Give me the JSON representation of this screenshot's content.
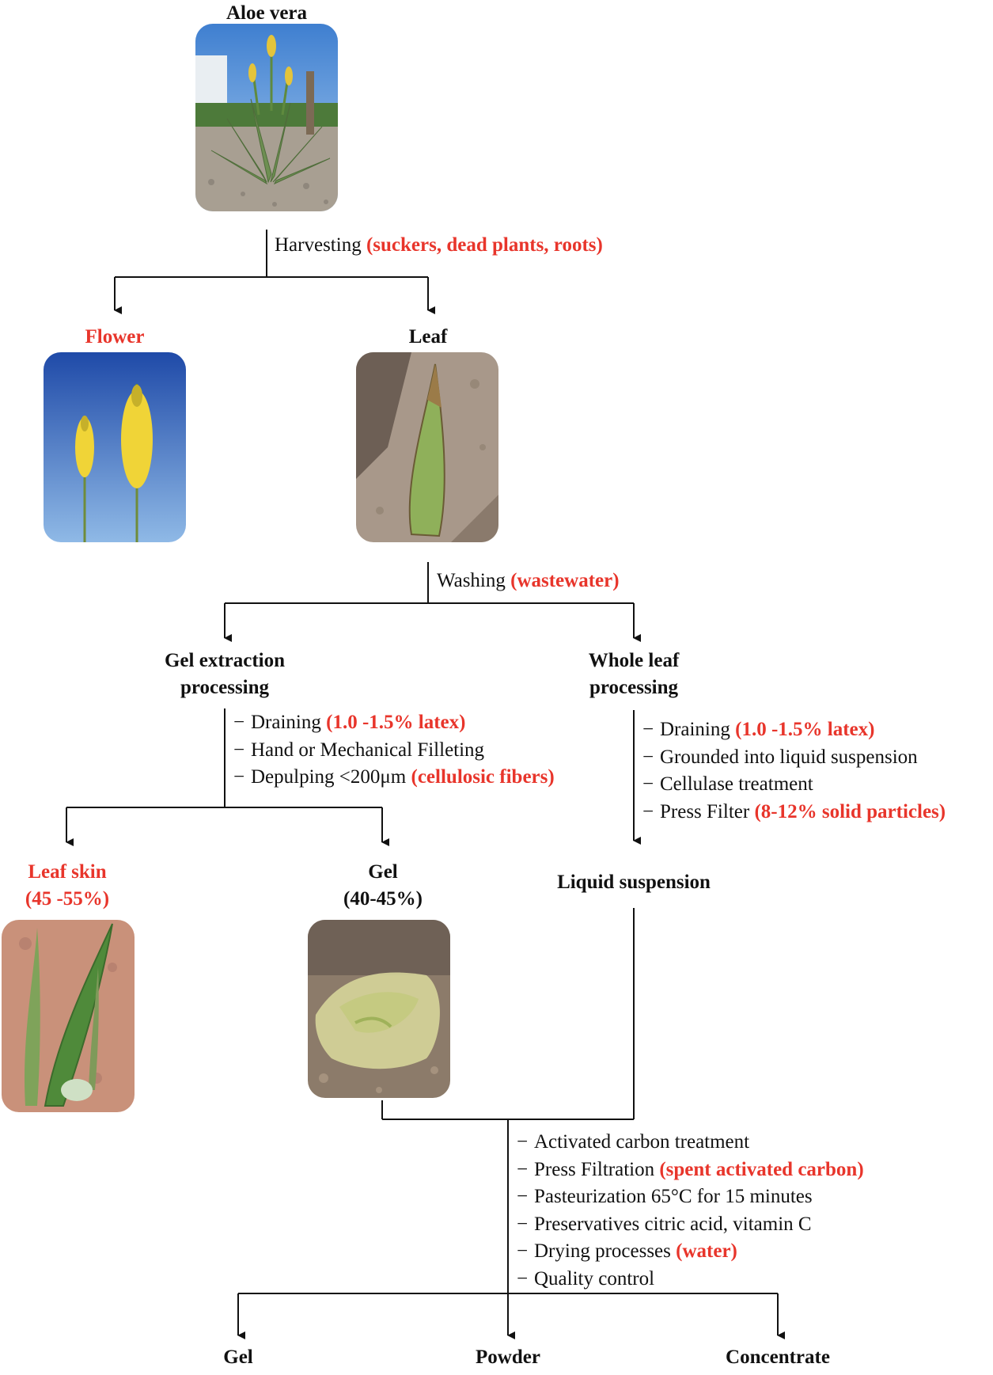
{
  "nodes": {
    "aloe_vera": "Aloe vera",
    "flower": "Flower",
    "leaf": "Leaf",
    "gel_extraction": [
      "Gel extraction",
      "processing"
    ],
    "whole_leaf": [
      "Whole leaf",
      "processing"
    ],
    "leaf_skin": [
      "Leaf skin",
      "(45 -55%)"
    ],
    "gel": [
      "Gel",
      "(40-45%)"
    ],
    "liquid_suspension": "Liquid suspension",
    "final": {
      "gel": "Gel",
      "powder": "Powder",
      "concentrate": "Concentrate"
    }
  },
  "edges": {
    "harvesting": {
      "label": "Harvesting",
      "byproduct": "(suckers, dead plants, roots)"
    },
    "washing": {
      "label": "Washing",
      "byproduct": "(wastewater)"
    }
  },
  "gel_steps": [
    {
      "text": "Draining",
      "byproduct": "(1.0 -1.5% latex)"
    },
    {
      "text": "Hand or Mechanical Filleting",
      "byproduct": ""
    },
    {
      "text": "Depulping <200μm",
      "byproduct": "(cellulosic fibers)"
    }
  ],
  "whole_leaf_steps": [
    {
      "text": "Draining",
      "byproduct": "(1.0 -1.5% latex)"
    },
    {
      "text": "Grounded into liquid suspension",
      "byproduct": ""
    },
    {
      "text": "Cellulase treatment",
      "byproduct": ""
    },
    {
      "text": "Press Filter",
      "byproduct": "(8-12% solid particles)"
    }
  ],
  "final_steps": [
    {
      "text": "Activated carbon treatment",
      "byproduct": ""
    },
    {
      "text": "Press Filtration",
      "byproduct": "(spent activated carbon)"
    },
    {
      "text": "Pasteurization 65°C for 15 minutes",
      "byproduct": ""
    },
    {
      "text": "Preservatives citric acid, vitamin C",
      "byproduct": ""
    },
    {
      "text": "Drying processes",
      "byproduct": "(water)"
    },
    {
      "text": "Quality control",
      "byproduct": ""
    }
  ],
  "colors": {
    "byproduct": "#e8352b",
    "text": "#111111",
    "line": "#111111"
  }
}
